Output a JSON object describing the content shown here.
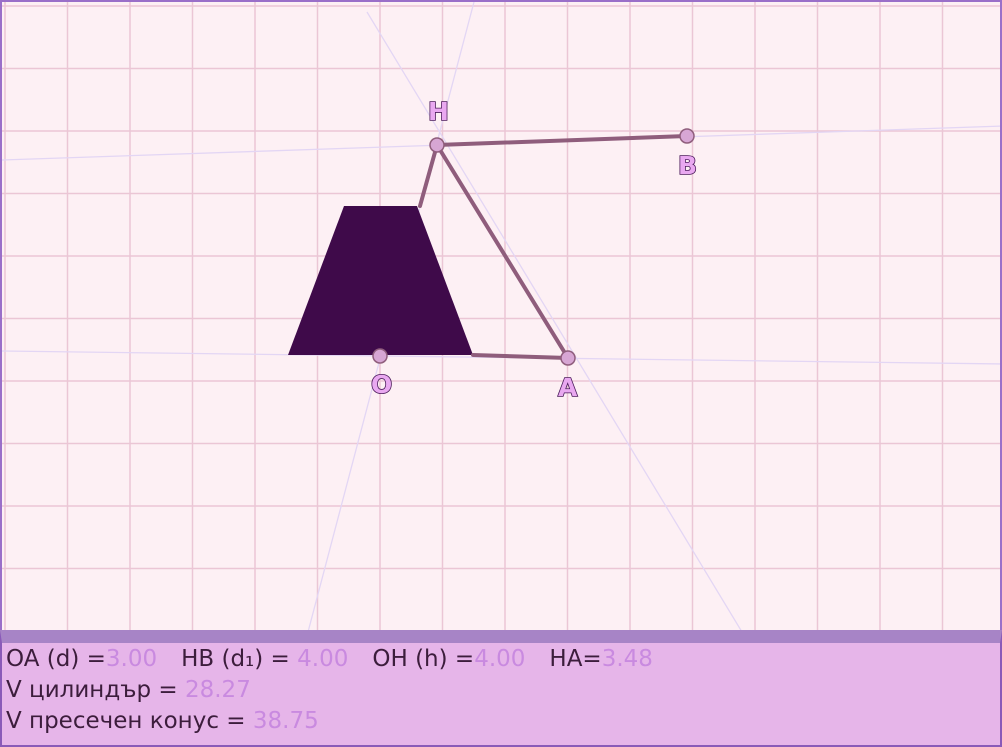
{
  "canvas": {
    "points": [
      {
        "name": "H"
      },
      {
        "name": "B"
      },
      {
        "name": "O"
      },
      {
        "name": "A"
      }
    ],
    "colors": {
      "background": "#fdf0f4",
      "grid": "#ebc6d5",
      "segment": "#8f5d7c",
      "frustum": "#3f0a4a",
      "auxiliary_lines": "#e3d6f4",
      "point_label_fill": "#e9a8f0"
    }
  },
  "info": {
    "row1": {
      "oa_label": "OA (d) =",
      "oa_value": "3.00",
      "hb_label": "HB (d₁) = ",
      "hb_value": "4.00",
      "oh_label": "OH (h) =",
      "oh_value": "4.00",
      "ha_label": "HA=",
      "ha_value": "3.48"
    },
    "row2": {
      "label": "V цилиндър = ",
      "value": "28.27"
    },
    "row3": {
      "label": "V пресечен конус = ",
      "value": "38.75"
    }
  }
}
